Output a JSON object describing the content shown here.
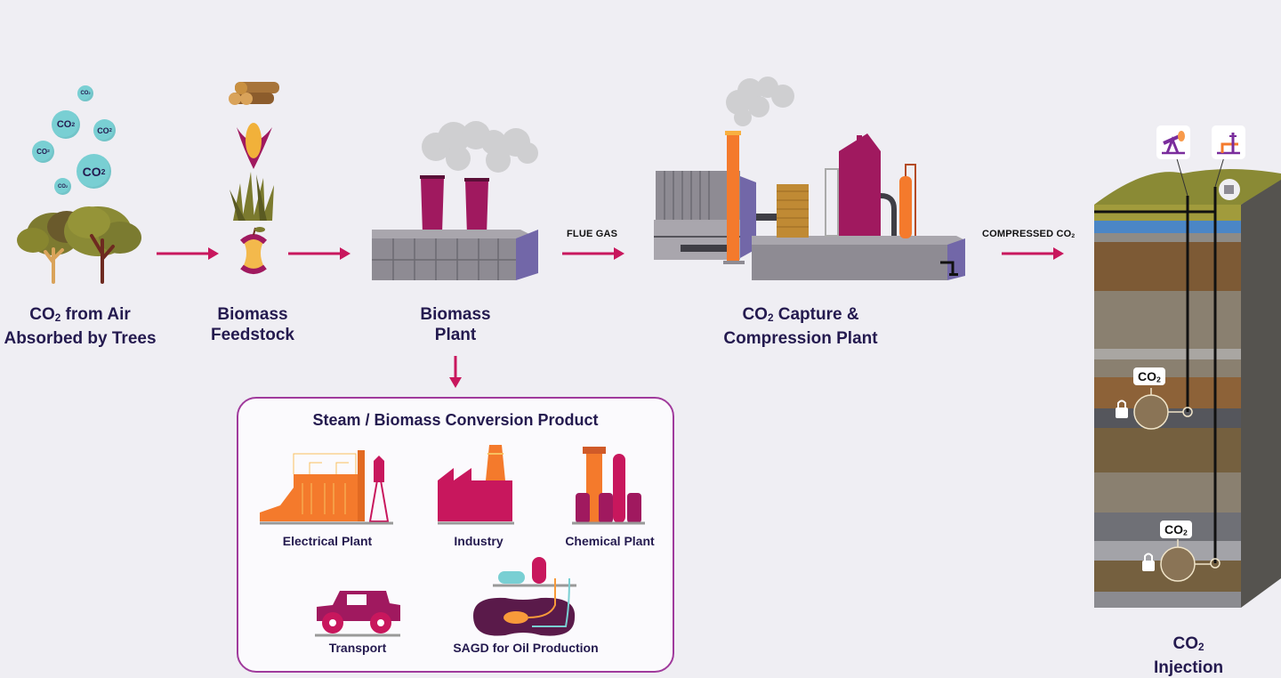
{
  "diagram": {
    "title": "Bioenergy with Carbon Capture and Storage process",
    "stages": [
      {
        "id": "trees",
        "line1": "CO",
        "sub1": "2",
        "line1b": " from Air",
        "line2": "Absorbed by Trees"
      },
      {
        "id": "feedstock",
        "line1": "Biomass",
        "line2": "Feedstock"
      },
      {
        "id": "plant",
        "line1": "Biomass",
        "line2": "Plant"
      },
      {
        "id": "capture",
        "line1": "CO",
        "sub1": "2",
        "line1b": " Capture &",
        "line2": "Compression Plant"
      },
      {
        "id": "injection",
        "line1": "CO",
        "sub1": "2",
        "line2": "Injection"
      }
    ],
    "flow_labels": {
      "flue_gas": "FLUE GAS",
      "compressed": "COMPRESSED CO",
      "compressed_sub": "2"
    },
    "co2_bubble": {
      "text": "CO",
      "sub": "2",
      "count": 6
    },
    "feedstock_icons": [
      "logs-icon",
      "corn-icon",
      "grass-icon",
      "apple-core-icon"
    ],
    "products_box": {
      "title": "Steam / Biomass Conversion Product",
      "items": [
        {
          "label": "Electrical Plant",
          "icon": "electrical-plant-icon"
        },
        {
          "label": "Industry",
          "icon": "factory-icon"
        },
        {
          "label": "Chemical Plant",
          "icon": "chemical-plant-icon"
        },
        {
          "label": "Transport",
          "icon": "vehicle-icon"
        },
        {
          "label": "SAGD for Oil Production",
          "icon": "sagd-icon"
        }
      ]
    },
    "storage": {
      "tags": [
        {
          "text": "CO",
          "sub": "2"
        },
        {
          "text": "CO",
          "sub": "2"
        }
      ],
      "surface_icons": [
        "pumpjack-icon",
        "wellhead-icon",
        "building-icon"
      ],
      "lock_icons": 2
    },
    "colors": {
      "background": "#efeef3",
      "arrow": "#c8175d",
      "text": "#241a4f",
      "accent_magenta": "#a0195f",
      "accent_orange": "#f47a2c",
      "co2_bubble": "#79cfd3",
      "box_border": "#a03a9c"
    }
  }
}
